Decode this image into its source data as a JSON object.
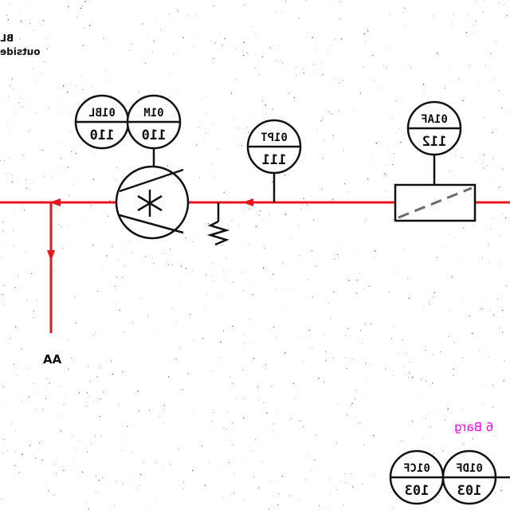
{
  "notes": {
    "top_left_line1": "BL",
    "top_left_line2": "outside",
    "bottom_right": "6 Barg"
  },
  "connector": {
    "label": "AA"
  },
  "instruments": {
    "bl": {
      "tag": "01BL",
      "number": "110"
    },
    "m": {
      "tag": "01M",
      "number": "110"
    },
    "pt": {
      "tag": "01PT",
      "number": "111"
    },
    "af": {
      "tag": "01AF",
      "number": "112"
    },
    "cf": {
      "tag": "01CF",
      "number": "103"
    },
    "df": {
      "tag": "01DF",
      "number": "103"
    }
  },
  "colors": {
    "line": "#e8161b",
    "ink": "#111111",
    "dashed": "#6b6b6b",
    "magenta": "#ff00ff"
  }
}
